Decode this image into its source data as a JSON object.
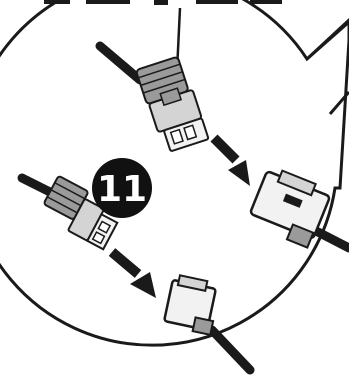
{
  "diagram": {
    "step_badge": {
      "number": "11"
    },
    "colors": {
      "line": "#1a1a1a",
      "fill_light": "#f2f2f2",
      "fill_mid": "#d4d4d4",
      "fill_dark": "#9a9a9a",
      "badge": "#111111",
      "badge_text": "#ffffff",
      "background": "#ffffff"
    },
    "parts": [
      {
        "name": "upper-grey-plug",
        "icon": "grey-connector-plug"
      },
      {
        "name": "upper-receptacle",
        "icon": "white-connector-socket"
      },
      {
        "name": "lower-grey-plug",
        "icon": "grey-connector-plug"
      },
      {
        "name": "lower-receptacle",
        "icon": "white-connector-socket"
      }
    ]
  }
}
